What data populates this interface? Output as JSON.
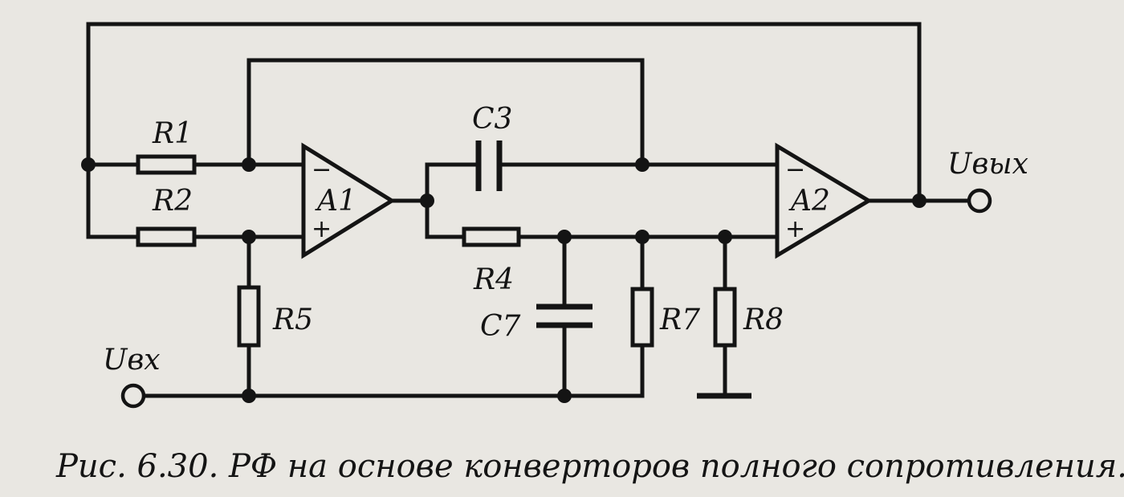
{
  "caption": "Рис. 6.30. РФ на основе конверторов полного сопротивления.",
  "labels": {
    "r1": "R1",
    "r2": "R2",
    "r4": "R4",
    "r5": "R5",
    "r7": "R7",
    "r8": "R8",
    "c3": "C3",
    "c7": "C7",
    "a1": "A1",
    "a2": "A2",
    "u_in": "Uвх",
    "u_out": "Uвых"
  },
  "opamp_inputs": {
    "minus": "−",
    "plus": "+"
  }
}
